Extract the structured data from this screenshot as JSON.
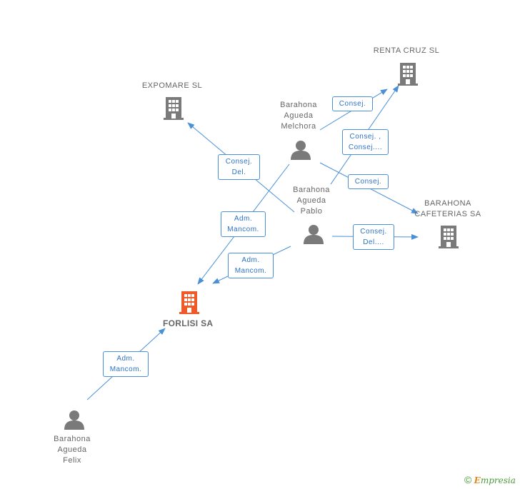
{
  "colors": {
    "edge": "#4a90d9",
    "node": "#7a7a7a",
    "focus": "#f05a28"
  },
  "companies": {
    "forlisi": "FORLISI SA",
    "expomare": "EXPOMARE SL",
    "renta_cruz": "RENTA CRUZ SL",
    "barahona_cafeterias": [
      "BARAHONA",
      "CAFETERIAS SA"
    ]
  },
  "persons": {
    "melchora": [
      "Barahona",
      "Agueda",
      "Melchora"
    ],
    "pablo": [
      "Barahona",
      "Agueda",
      "Pablo"
    ],
    "felix": [
      "Barahona",
      "Agueda",
      "Felix"
    ]
  },
  "edge_labels": {
    "melchora_renta": [
      "Consej."
    ],
    "pablo_renta": [
      "Consej. ,",
      "Consej...."
    ],
    "pablo_expomare": [
      "Consej.",
      "Del."
    ],
    "melchora_cafeterias": [
      "Consej."
    ],
    "melchora_forlisi": [
      "Adm.",
      "Mancom."
    ],
    "pablo_forlisi": [
      "Adm.",
      "Mancom."
    ],
    "pablo_cafeterias": [
      "Consej.",
      "Del...."
    ],
    "felix_forlisi": [
      "Adm.",
      "Mancom."
    ]
  },
  "watermark": {
    "copyright": "©",
    "brand_initial": "E",
    "brand_rest": "mpresia"
  }
}
